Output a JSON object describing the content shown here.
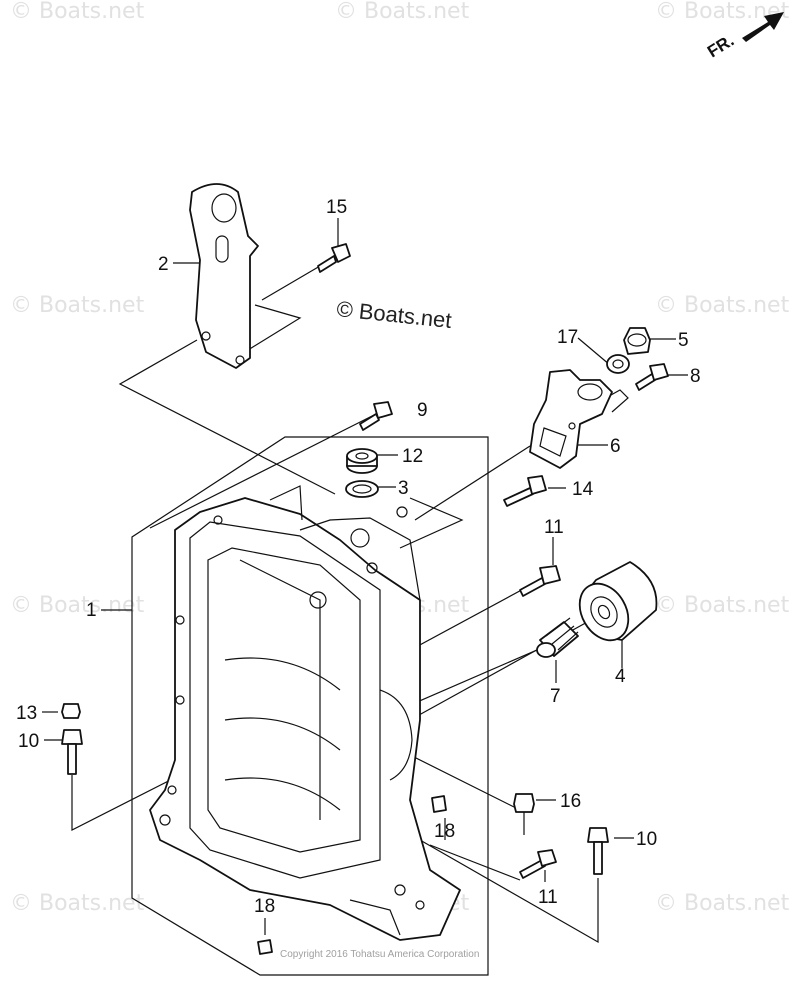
{
  "watermark": "© Boats.net",
  "brand_label": "© Boats.net",
  "copyright": "Copyright 2016 Tohatsu America Corporation",
  "front_indicator": "FR.",
  "callouts": {
    "c1": "1",
    "c2": "2",
    "c3": "3",
    "c4": "4",
    "c5": "5",
    "c6": "6",
    "c7": "7",
    "c8": "8",
    "c9": "9",
    "c10a": "10",
    "c10b": "10",
    "c11a": "11",
    "c11b": "11",
    "c12": "12",
    "c13": "13",
    "c14": "14",
    "c15": "15",
    "c16": "16",
    "c17": "17",
    "c18a": "18",
    "c18b": "18"
  }
}
